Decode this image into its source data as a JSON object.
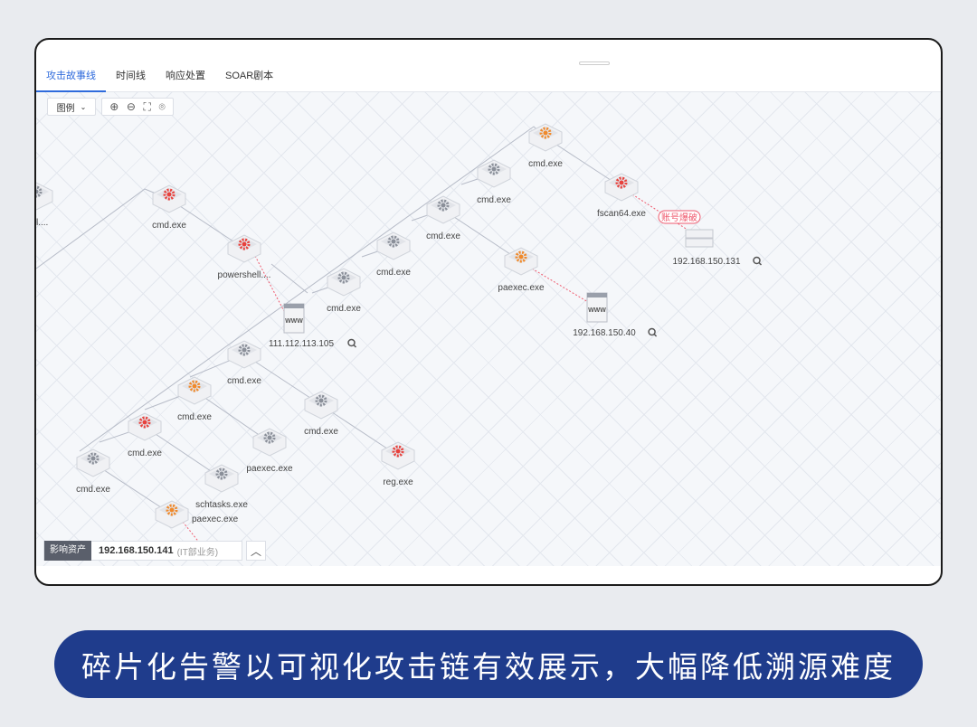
{
  "tabs": [
    {
      "label": "攻击故事线",
      "active": true
    },
    {
      "label": "时间线"
    },
    {
      "label": "响应处置"
    },
    {
      "label": "SOAR剧本"
    }
  ],
  "toolbar": {
    "legend_label": "图例",
    "zoom_in": "zoom-in-icon",
    "zoom_out": "zoom-out-icon",
    "fit": "fit-icon",
    "reset": "reset-icon"
  },
  "graph": {
    "colors": {
      "red": "#e8413c",
      "orange": "#f0892a",
      "grey": "#8a8f99",
      "edge": "#b7bcc8",
      "attack_edge": "#ef5a6e"
    },
    "nodes": [
      {
        "label": "hell....",
        "type": "process",
        "severity": "grey"
      },
      {
        "label": "cmd.exe",
        "type": "process",
        "severity": "red"
      },
      {
        "label": "powershell....",
        "type": "process",
        "severity": "red"
      },
      {
        "label": "111.112.113.105",
        "type": "web",
        "search": true
      },
      {
        "label": "cmd.exe",
        "type": "process",
        "severity": "grey"
      },
      {
        "label": "cmd.exe",
        "type": "process",
        "severity": "grey"
      },
      {
        "label": "cmd.exe",
        "type": "process",
        "severity": "grey"
      },
      {
        "label": "cmd.exe",
        "type": "process",
        "severity": "grey"
      },
      {
        "label": "cmd.exe",
        "type": "process",
        "severity": "orange"
      },
      {
        "label": "fscan64.exe",
        "type": "process",
        "severity": "red"
      },
      {
        "label": "192.168.150.131",
        "type": "server",
        "search": true
      },
      {
        "label": "paexec.exe",
        "type": "process",
        "severity": "orange"
      },
      {
        "label": "192.168.150.40",
        "type": "web",
        "search": true
      },
      {
        "label": "cmd.exe",
        "type": "process",
        "severity": "grey"
      },
      {
        "label": "cmd.exe",
        "type": "process",
        "severity": "orange"
      },
      {
        "label": "cmd.exe",
        "type": "process",
        "severity": "red"
      },
      {
        "label": "cmd.exe",
        "type": "process",
        "severity": "grey"
      },
      {
        "label": "cmd.exe",
        "type": "process",
        "severity": "grey"
      },
      {
        "label": "reg.exe",
        "type": "process",
        "severity": "red"
      },
      {
        "label": "paexec.exe",
        "type": "process",
        "severity": "grey"
      },
      {
        "label": "schtasks.exe",
        "type": "process",
        "severity": "grey"
      },
      {
        "label": "paexec.exe",
        "type": "process",
        "severity": "orange"
      }
    ],
    "edge_tag": "账号爆破"
  },
  "asset_bar": {
    "label": "影响资产",
    "ip": "192.168.150.141",
    "group": "(IT部业务)",
    "toggle": "chevron-up-icon"
  },
  "banner": "碎片化告警以可视化攻击链有效展示，大幅降低溯源难度"
}
